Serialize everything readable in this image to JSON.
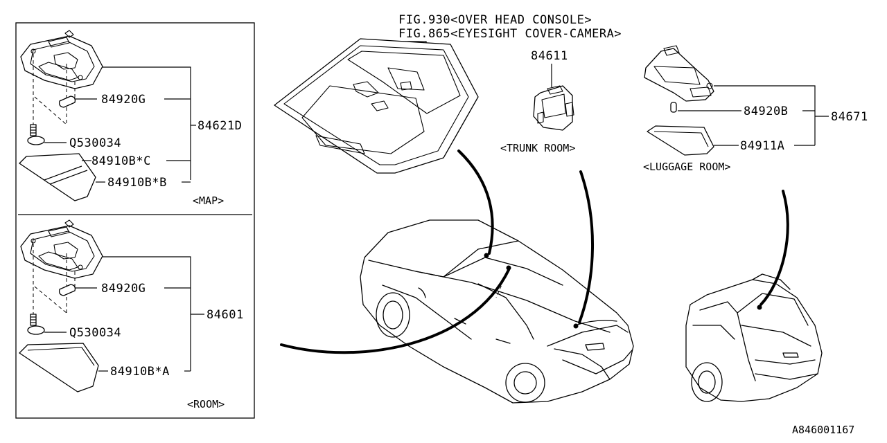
{
  "labels": {
    "fig930": "FIG.930<OVER HEAD CONSOLE>",
    "fig865": "FIG.865<EYESIGHT COVER-CAMERA>",
    "map_caption": "<MAP>",
    "room_caption": "<ROOM>",
    "trunk_caption": "<TRUNK ROOM>",
    "luggage_caption": "<LUGGAGE ROOM>",
    "diagram_id": "A846001167"
  },
  "parts": {
    "map_bulb": "84920G",
    "map_screw": "Q530034",
    "map_lens_c": "84910B*C",
    "map_lens_b": "84910B*B",
    "map_assy": "84621D",
    "room_bulb": "84920G",
    "room_screw": "Q530034",
    "room_lens": "84910B*A",
    "room_assy": "84601",
    "trunk_lamp": "84611",
    "luggage_bulb": "84920B",
    "luggage_lens": "84911A",
    "luggage_assy": "84671"
  }
}
